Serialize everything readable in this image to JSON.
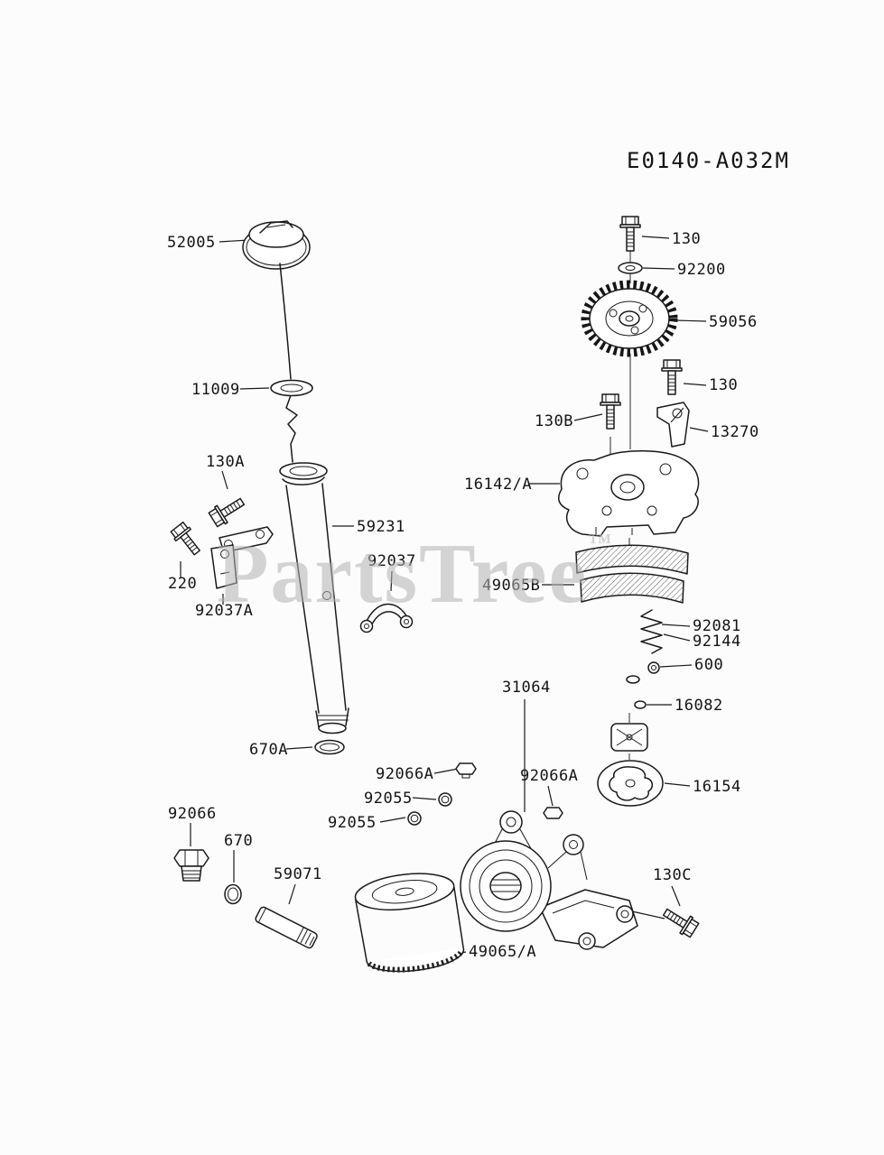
{
  "diagram": {
    "id": "E0140-A032M",
    "watermark": "PartsTree",
    "watermark_tm": "™"
  },
  "labels": [
    {
      "text": "52005"
    },
    {
      "text": "11009"
    },
    {
      "text": "130A"
    },
    {
      "text": "220"
    },
    {
      "text": "92037A"
    },
    {
      "text": "59231"
    },
    {
      "text": "92037"
    },
    {
      "text": "670A"
    },
    {
      "text": "92066A"
    },
    {
      "text": "92055"
    },
    {
      "text": "92055"
    },
    {
      "text": "92066"
    },
    {
      "text": "670"
    },
    {
      "text": "59071"
    },
    {
      "text": "49065/A"
    },
    {
      "text": "130C"
    },
    {
      "text": "31064"
    },
    {
      "text": "92066A"
    },
    {
      "text": "130"
    },
    {
      "text": "92200"
    },
    {
      "text": "59056"
    },
    {
      "text": "130"
    },
    {
      "text": "130B"
    },
    {
      "text": "13270"
    },
    {
      "text": "16142/A"
    },
    {
      "text": "49065B"
    },
    {
      "text": "92081"
    },
    {
      "text": "92144"
    },
    {
      "text": "600"
    },
    {
      "text": "16082"
    },
    {
      "text": "16154"
    }
  ]
}
